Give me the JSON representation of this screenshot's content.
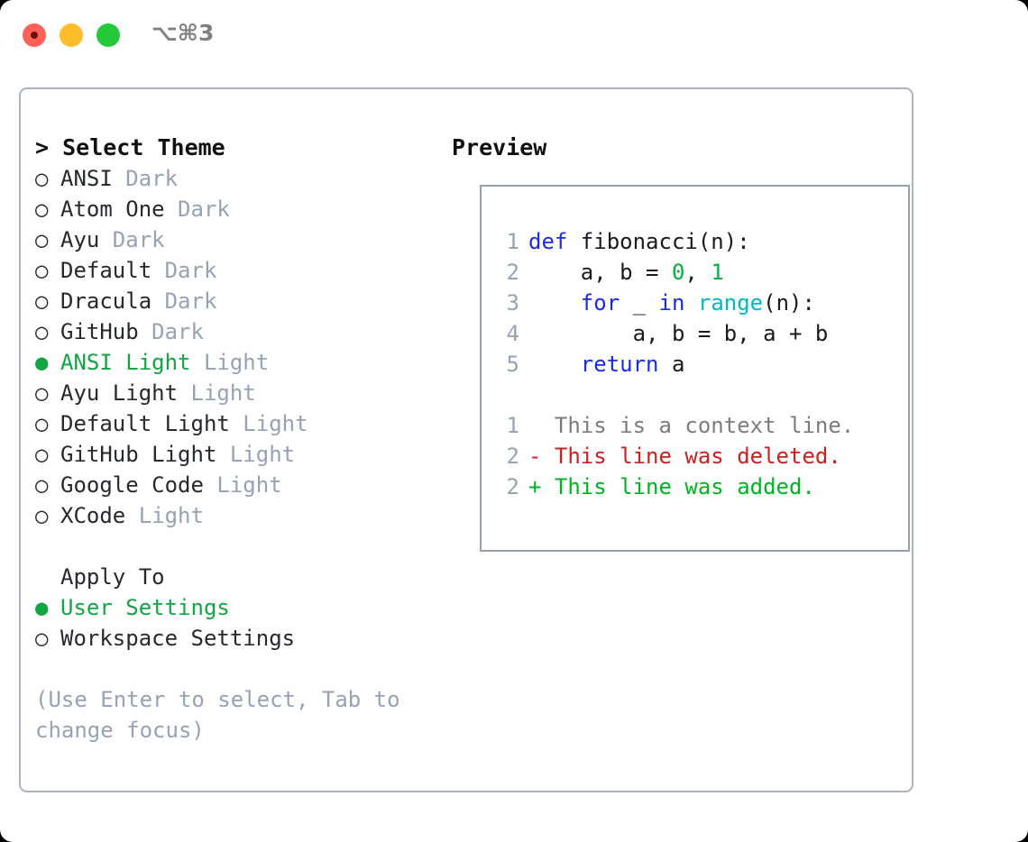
{
  "window": {
    "titlebar": {
      "shortcut_label": "⌥⌘3",
      "buttons": {
        "close": "close",
        "minimize": "minimize",
        "maximize": "maximize"
      }
    }
  },
  "colors": {
    "accent_green": "#12a544",
    "muted_gray": "#98a2b3",
    "text": "#26292e",
    "panel_border": "#aab4c2",
    "preview_border": "#93a0b0",
    "keyword_blue": "#1a2ae8",
    "number_green": "#00b33c",
    "builtin_cyan": "#00b8c4",
    "diff_deleted": "#c92020",
    "diff_added": "#00b321",
    "traffic_red": "#ff6159",
    "traffic_yellow": "#ffbd2e",
    "traffic_green": "#25c83b"
  },
  "theme_picker": {
    "header": "> Select Theme",
    "items": [
      {
        "marker": "○",
        "name": "ANSI",
        "suffix": "Dark",
        "selected": false
      },
      {
        "marker": "○",
        "name": "Atom One",
        "suffix": "Dark",
        "selected": false
      },
      {
        "marker": "○",
        "name": "Ayu",
        "suffix": "Dark",
        "selected": false
      },
      {
        "marker": "○",
        "name": "Default",
        "suffix": "Dark",
        "selected": false
      },
      {
        "marker": "○",
        "name": "Dracula",
        "suffix": "Dark",
        "selected": false
      },
      {
        "marker": "○",
        "name": "GitHub",
        "suffix": "Dark",
        "selected": false
      },
      {
        "marker": "●",
        "name": "ANSI Light",
        "suffix": "Light",
        "selected": true
      },
      {
        "marker": "○",
        "name": "Ayu Light",
        "suffix": "Light",
        "selected": false
      },
      {
        "marker": "○",
        "name": "Default Light",
        "suffix": "Light",
        "selected": false
      },
      {
        "marker": "○",
        "name": "GitHub Light",
        "suffix": "Light",
        "selected": false
      },
      {
        "marker": "○",
        "name": "Google Code",
        "suffix": "Light",
        "selected": false
      },
      {
        "marker": "○",
        "name": "XCode",
        "suffix": "Light",
        "selected": false
      }
    ]
  },
  "apply_to": {
    "header": "Apply To",
    "items": [
      {
        "marker": "●",
        "name": "User Settings",
        "selected": true
      },
      {
        "marker": "○",
        "name": "Workspace Settings",
        "selected": false
      }
    ]
  },
  "hint": "(Use Enter to select, Tab to change focus)",
  "preview": {
    "header": "Preview",
    "code_lines": [
      {
        "lineno": "1",
        "tokens": [
          {
            "t": "def",
            "c": "kw"
          },
          {
            "t": " fibonacci(n):",
            "c": "pl"
          }
        ]
      },
      {
        "lineno": "2",
        "tokens": [
          {
            "t": "    a, b = ",
            "c": "pl"
          },
          {
            "t": "0",
            "c": "num"
          },
          {
            "t": ", ",
            "c": "pl"
          },
          {
            "t": "1",
            "c": "num"
          }
        ]
      },
      {
        "lineno": "3",
        "tokens": [
          {
            "t": "    ",
            "c": "pl"
          },
          {
            "t": "for",
            "c": "kw"
          },
          {
            "t": " _ ",
            "c": "pl"
          },
          {
            "t": "in",
            "c": "kw"
          },
          {
            "t": " ",
            "c": "pl"
          },
          {
            "t": "range",
            "c": "fn"
          },
          {
            "t": "(n):",
            "c": "pl"
          }
        ]
      },
      {
        "lineno": "4",
        "tokens": [
          {
            "t": "        a, b = b, a + b",
            "c": "pl"
          }
        ]
      },
      {
        "lineno": "5",
        "tokens": [
          {
            "t": "    ",
            "c": "pl"
          },
          {
            "t": "return",
            "c": "kw"
          },
          {
            "t": " a",
            "c": "pl"
          }
        ]
      }
    ],
    "diff_lines": [
      {
        "lineno": "1",
        "marker": " ",
        "text": "This is a context line.",
        "kind": "ctx"
      },
      {
        "lineno": "2",
        "marker": "-",
        "text": "This line was deleted.",
        "kind": "del"
      },
      {
        "lineno": "2",
        "marker": "+",
        "text": "This line was added.",
        "kind": "add"
      }
    ]
  }
}
